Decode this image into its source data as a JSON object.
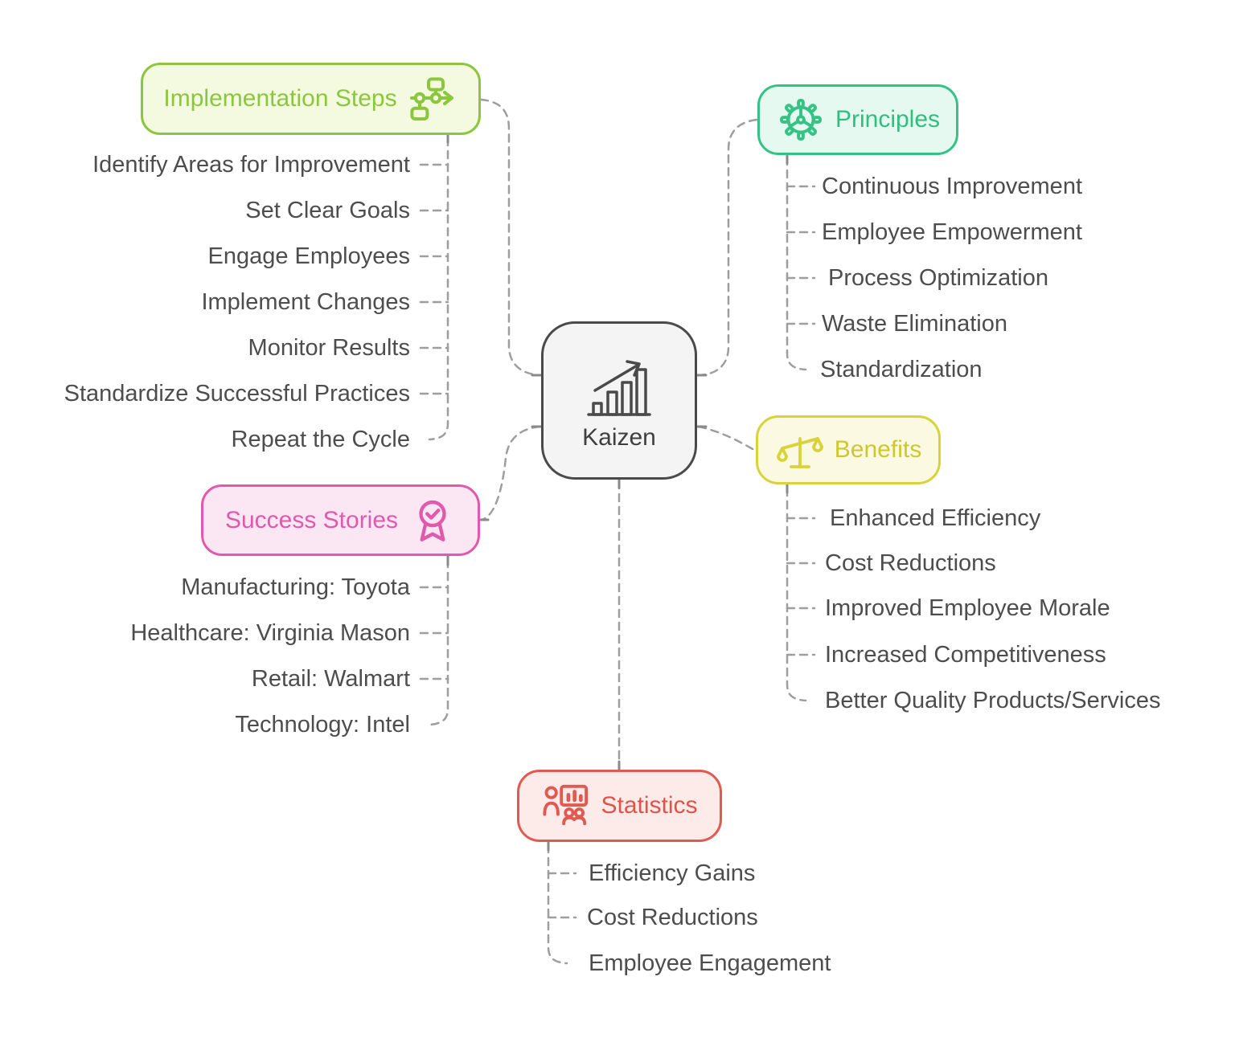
{
  "center": {
    "label": "Kaizen",
    "icon": "growth-chart-icon",
    "border_color": "#4A4A4A",
    "bg_color": "#F4F4F4"
  },
  "branches": [
    {
      "id": "implementation-steps",
      "label": "Implementation Steps",
      "icon": "workflow-icon",
      "accent_color": "#8CC63F",
      "bg_color": "#F3FADF",
      "items": [
        "Identify Areas for Improvement",
        "Set Clear Goals",
        "Engage Employees",
        "Implement Changes",
        "Monitor Results",
        "Standardize Successful Practices",
        "Repeat the Cycle"
      ]
    },
    {
      "id": "principles",
      "label": "Principles",
      "icon": "gear-icon",
      "accent_color": "#35C285",
      "bg_color": "#E6F9F0",
      "items": [
        "Continuous Improvement",
        "Employee Empowerment",
        "Process Optimization",
        "Waste Elimination",
        "Standardization"
      ]
    },
    {
      "id": "success-stories",
      "label": "Success Stories",
      "icon": "award-medal-icon",
      "accent_color": "#E159AC",
      "bg_color": "#FBE6F3",
      "items": [
        "Manufacturing: Toyota",
        "Healthcare: Virginia Mason",
        "Retail: Walmart",
        "Technology: Intel"
      ]
    },
    {
      "id": "benefits",
      "label": "Benefits",
      "icon": "scales-icon",
      "accent_color": "#D9D23B",
      "bg_color": "#FBF9E1",
      "items": [
        "Enhanced Efficiency",
        "Cost Reductions",
        "Improved Employee Morale",
        "Increased Competitiveness",
        "Better Quality Products/Services"
      ]
    },
    {
      "id": "statistics",
      "label": "Statistics",
      "icon": "presentation-chart-icon",
      "accent_color": "#E05A52",
      "bg_color": "#FCEBE9",
      "items": [
        "Efficiency Gains",
        "Cost Reductions",
        "Employee Engagement"
      ]
    }
  ],
  "connector_color": "#9E9E9E",
  "item_text_color": "#4D4D4D"
}
